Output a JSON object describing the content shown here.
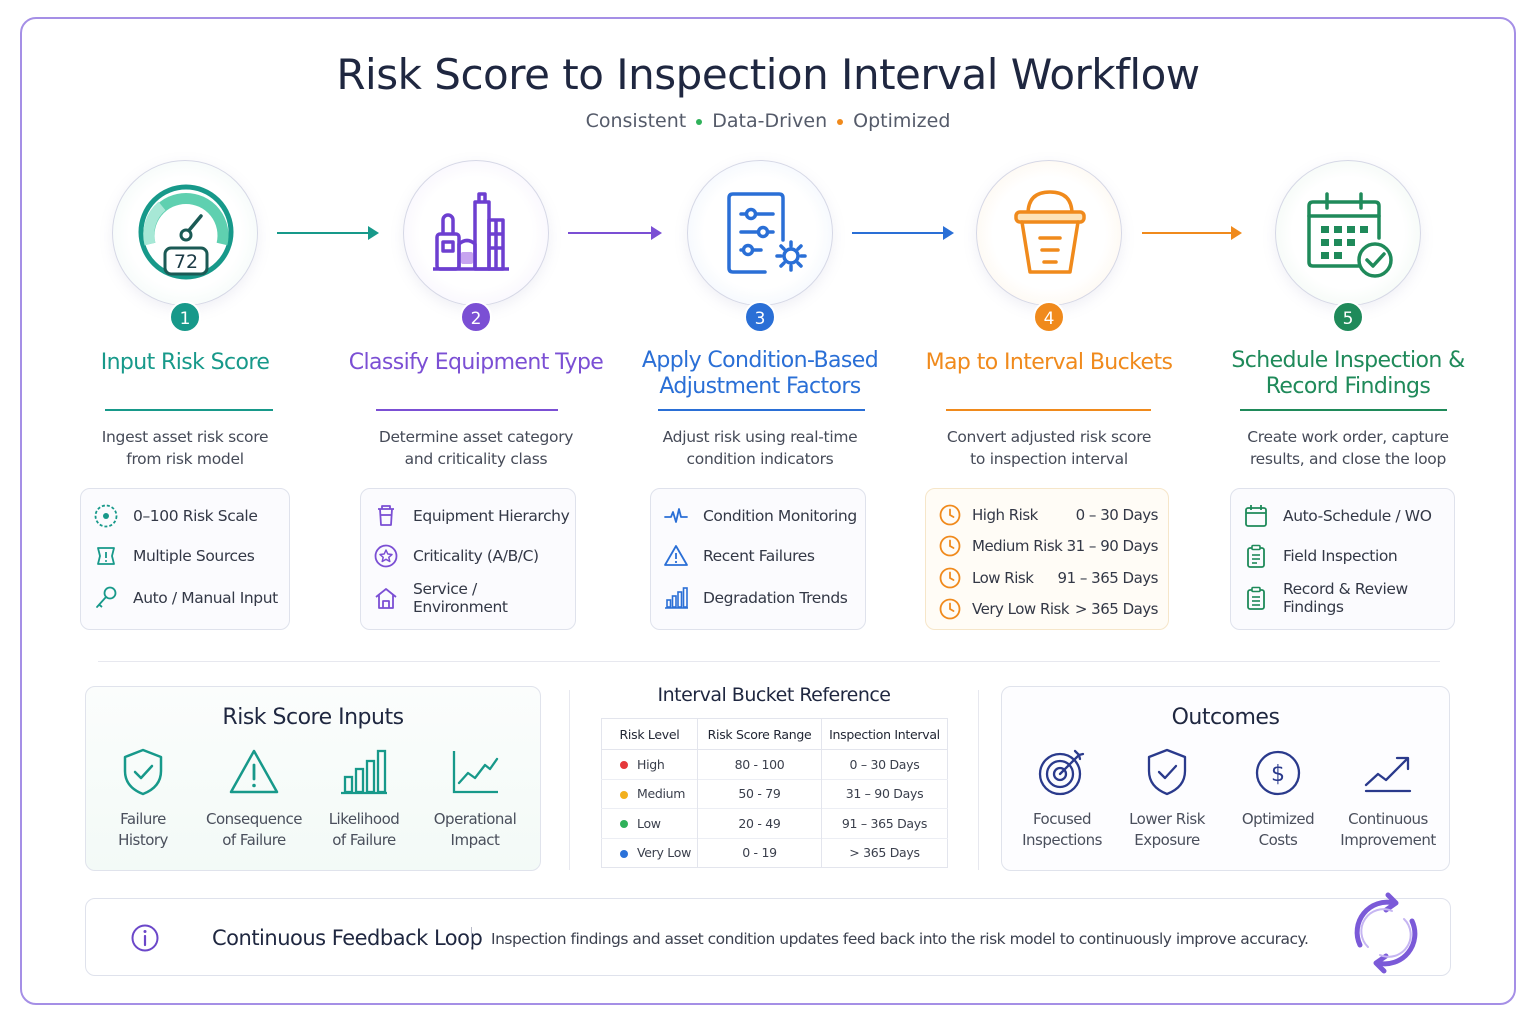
{
  "header": {
    "title": "Risk Score to Inspection Interval Workflow",
    "tag1": "Consistent",
    "tag2": "Data-Driven",
    "tag3": "Optimized"
  },
  "steps": [
    {
      "number": "1",
      "title": "Input Risk Score",
      "desc_line1": "Ingest asset risk score",
      "desc_line2": "from risk model",
      "color": "#17998a",
      "gauge_value": "72",
      "items": [
        {
          "label": "0–100 Risk Scale",
          "icon": "target-icon"
        },
        {
          "label": "Multiple Sources",
          "icon": "sources-icon"
        },
        {
          "label": "Auto / Manual Input",
          "icon": "key-icon"
        }
      ]
    },
    {
      "number": "2",
      "title": "Classify Equipment Type",
      "desc_line1": "Determine asset category",
      "desc_line2": "and criticality class",
      "color": "#7b4fd4",
      "items": [
        {
          "label": "Equipment Hierarchy",
          "icon": "hierarchy-icon"
        },
        {
          "label": "Criticality (A/B/C)",
          "icon": "star-icon"
        },
        {
          "label": "Service / Environment",
          "icon": "house-icon"
        }
      ]
    },
    {
      "number": "3",
      "title_line1": "Apply Condition-Based",
      "title_line2": "Adjustment Factors",
      "desc_line1": "Adjust  risk using real-time",
      "desc_line2": "condition indicators",
      "color": "#2a6fd6",
      "items": [
        {
          "label": "Condition Monitoring",
          "icon": "pulse-icon"
        },
        {
          "label": "Recent Failures",
          "icon": "warning-icon"
        },
        {
          "label": "Degradation Trends",
          "icon": "bar-chart-icon"
        }
      ]
    },
    {
      "number": "4",
      "title": "Map to Interval Buckets",
      "desc_line1": "Convert adjusted risk score",
      "desc_line2": "to inspection interval",
      "color": "#f08a1c",
      "buckets": [
        {
          "level": "High Risk",
          "range": "0 – 30 Days"
        },
        {
          "level": "Medium Risk",
          "range": "31 – 90 Days"
        },
        {
          "level": "Low Risk",
          "range": "91 – 365 Days"
        },
        {
          "level": "Very Low Risk",
          "range": "> 365 Days"
        }
      ]
    },
    {
      "number": "5",
      "title_line1": "Schedule Inspection &",
      "title_line2": "Record Findings",
      "desc_line1": "Create work order, capture",
      "desc_line2": "results, and close the loop",
      "color": "#1f8a5a",
      "items": [
        {
          "label": "Auto-Schedule / WO",
          "icon": "calendar-icon"
        },
        {
          "label": "Field Inspection",
          "icon": "clipboard-icon"
        },
        {
          "label": "Record & Review Findings",
          "icon": "checklist-icon"
        }
      ]
    }
  ],
  "inputs_panel": {
    "title": "Risk Score Inputs",
    "items": [
      {
        "line1": "Failure",
        "line2": "History"
      },
      {
        "line1": "Consequence",
        "line2": "of Failure"
      },
      {
        "line1": "Likelihood",
        "line2": "of Failure"
      },
      {
        "line1": "Operational",
        "line2": "Impact"
      }
    ]
  },
  "reference": {
    "title": "Interval Bucket Reference",
    "headers": [
      "Risk Level",
      "Risk Score Range",
      "Inspection Interval"
    ],
    "rows": [
      {
        "level": "High",
        "range": "80 - 100",
        "interval": "0 – 30 Days",
        "color": "#e5383b"
      },
      {
        "level": "Medium",
        "range": "50 - 79",
        "interval": "31 – 90 Days",
        "color": "#f2b01e"
      },
      {
        "level": "Low",
        "range": "20 - 49",
        "interval": "91 – 365 Days",
        "color": "#2fb15a"
      },
      {
        "level": "Very Low",
        "range": "0 - 19",
        "interval": "> 365 Days",
        "color": "#2b72d9"
      }
    ]
  },
  "outcomes_panel": {
    "title": "Outcomes",
    "items": [
      {
        "line1": "Focused",
        "line2": "Inspections"
      },
      {
        "line1": "Lower Risk",
        "line2": "Exposure"
      },
      {
        "line1": "Optimized",
        "line2": "Costs"
      },
      {
        "line1": "Continuous",
        "line2": "Improvement"
      }
    ]
  },
  "feedback": {
    "title": "Continuous Feedback Loop",
    "text": "Inspection findings and asset condition updates feed back into the risk model to continuously improve accuracy."
  },
  "colors": {
    "teal": "#17998a",
    "purple": "#7b4fd4",
    "blue": "#2a6fd6",
    "orange": "#f08a1c",
    "green": "#1f8a5a",
    "frame": "#a58fe6"
  }
}
